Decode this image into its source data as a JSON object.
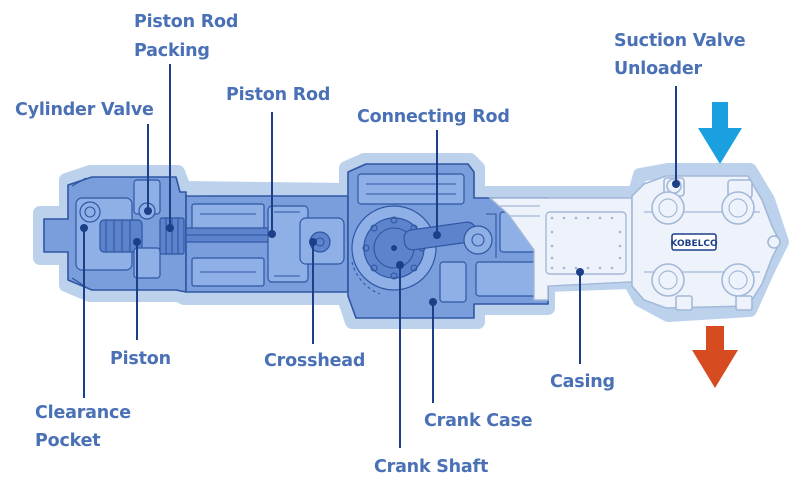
{
  "labels": {
    "piston_rod_packing": [
      "Piston Rod",
      "Packing"
    ],
    "cylinder_valve": "Cylinder Valve",
    "piston_rod": "Piston Rod",
    "connecting_rod": "Connecting Rod",
    "suction_valve_unloader": [
      "Suction Valve",
      "Unloader"
    ],
    "piston": "Piston",
    "crosshead": "Crosshead",
    "clearance_pocket": [
      "Clearance",
      "Pocket"
    ],
    "casing": "Casing",
    "crank_case": "Crank Case",
    "crank_shaft": "Crank Shaft"
  },
  "logo": "KOBELCO",
  "colors": {
    "label_text": "#4a70b5",
    "leader_line": "#1d3f87",
    "inlet_arrow": "#1a9fe0",
    "outlet_arrow": "#d64b1f",
    "machine_fill": "#7a9ddc",
    "machine_outline": "#2f56a3"
  },
  "arrows": [
    {
      "name": "inlet",
      "direction": "down",
      "color": "blue"
    },
    {
      "name": "outlet",
      "direction": "down",
      "color": "orange"
    }
  ]
}
